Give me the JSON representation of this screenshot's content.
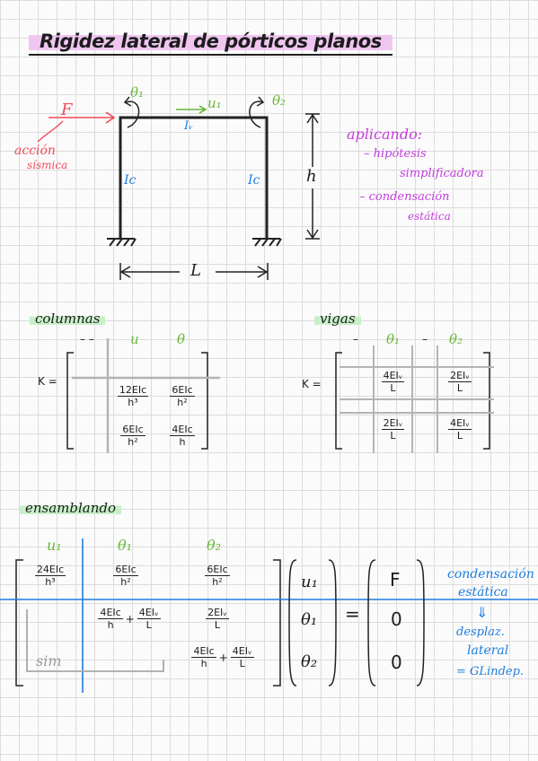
{
  "title": "Rigidez lateral de pórticos planos",
  "frame": {
    "force": "F",
    "force_note_1": "acción",
    "force_note_2": "sísmica",
    "dof_theta1": "θ₁",
    "dof_u1": "u₁",
    "dof_theta2": "θ₂",
    "beam_inertia": "Iᵥ",
    "col_inertia_left": "Ic",
    "col_inertia_right": "Ic",
    "height": "h",
    "length": "L"
  },
  "notes": {
    "line1": "aplicando:",
    "line2": "– hipótesis",
    "line3": "simplificadora",
    "line4": "– condensación",
    "line5": "estática"
  },
  "columns": {
    "heading": "columnas",
    "k_label": "K =",
    "col_headers": [
      "– –",
      "u",
      "θ"
    ],
    "cells": [
      {
        "n": "12EIc",
        "d": "h³"
      },
      {
        "n": "6EIc",
        "d": "h²"
      },
      {
        "n": "6EIc",
        "d": "h²"
      },
      {
        "n": "4EIc",
        "d": "h"
      }
    ]
  },
  "beams": {
    "heading": "vigas",
    "k_label": "K =",
    "col_headers": [
      "–",
      "θ₁",
      "–",
      "θ₂"
    ],
    "cells": [
      {
        "n": "4EIᵥ",
        "d": "L"
      },
      {
        "n": "2EIᵥ",
        "d": "L"
      },
      {
        "n": "2EIᵥ",
        "d": "L"
      },
      {
        "n": "4EIᵥ",
        "d": "L"
      }
    ]
  },
  "assembly": {
    "heading": "ensamblando",
    "col_headers": [
      "u₁",
      "θ₁",
      "θ₂"
    ],
    "k11": {
      "n": "24EIc",
      "d": "h³"
    },
    "k12": {
      "n": "6EIc",
      "d": "h²"
    },
    "k13": {
      "n": "6EIc",
      "d": "h²"
    },
    "k22a": {
      "n": "4EIc",
      "d": "h"
    },
    "k22b": {
      "n": "4EIᵥ",
      "d": "L"
    },
    "k23": {
      "n": "2EIᵥ",
      "d": "L"
    },
    "k33a": {
      "n": "4EIc",
      "d": "h"
    },
    "k33b": {
      "n": "4EIᵥ",
      "d": "L"
    },
    "sym": "sim",
    "plus": "+",
    "unknowns": [
      "u₁",
      "θ₁",
      "θ₂"
    ],
    "equals": "=",
    "loads": [
      "F",
      "0",
      "0"
    ]
  },
  "side_note": {
    "line1": "condensación",
    "line2": "estática",
    "arrow": "⇓",
    "line3": "desplaz.",
    "line4": "lateral",
    "line5": "= GLindep."
  },
  "colors": {
    "force": "#ef4b57",
    "dof": "#69b83a",
    "inertia": "#1e7de0",
    "notes": "#c33ce0",
    "highlight_title": "#f0c6f0",
    "highlight_section": "#c8f0c8"
  }
}
